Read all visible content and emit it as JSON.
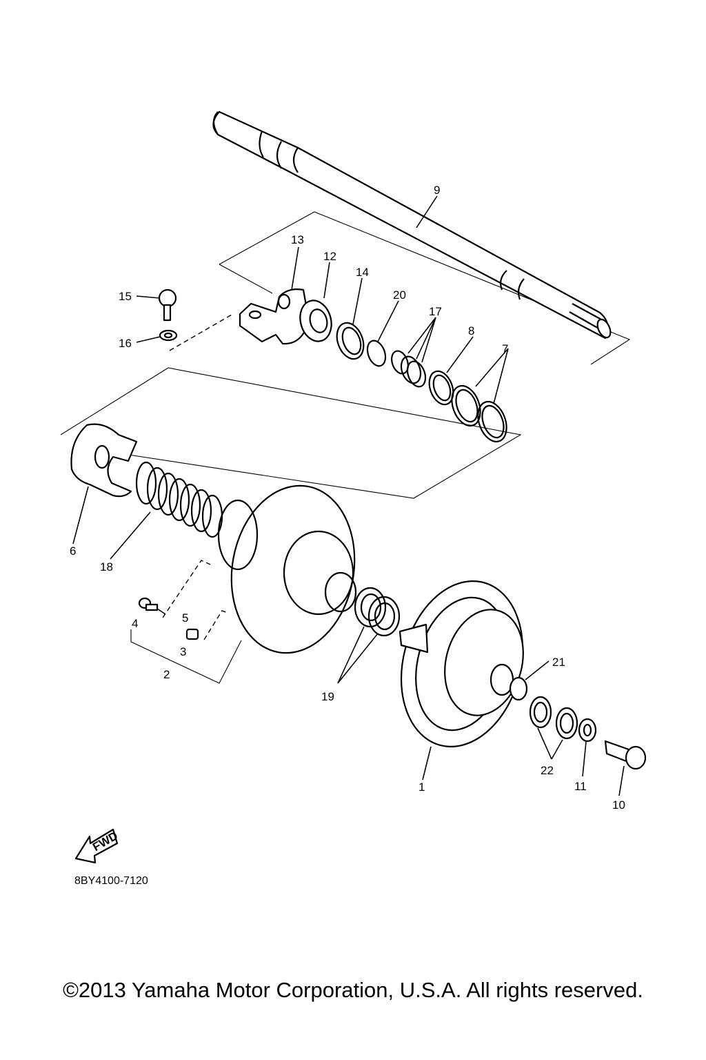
{
  "diagram": {
    "callouts": {
      "c1": "1",
      "c2": "2",
      "c3": "3",
      "c4": "4",
      "c5": "5",
      "c6": "6",
      "c7": "7",
      "c8": "8",
      "c9": "9",
      "c10": "10",
      "c11": "11",
      "c12": "12",
      "c13": "13",
      "c14": "14",
      "c15": "15",
      "c16": "16",
      "c17": "17",
      "c18": "18",
      "c19": "19",
      "c20": "20",
      "c21": "21",
      "c22": "22"
    },
    "fwd_label": "FWD",
    "diagram_code": "8BY4100-7120"
  },
  "footer": {
    "copyright": "©2013 Yamaha Motor Corporation, U.S.A. All rights reserved."
  }
}
